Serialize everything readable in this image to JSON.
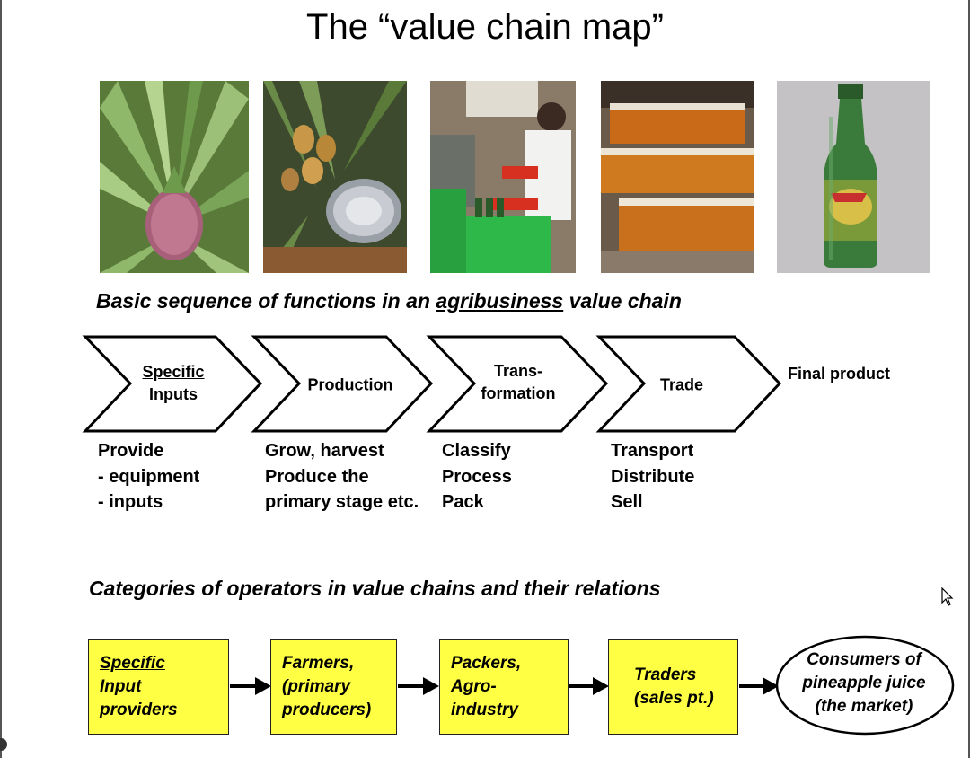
{
  "title": "The “value chain map”",
  "photos": [
    {
      "icon": "pineapple-plant-icon"
    },
    {
      "icon": "pineapple-harvest-icon"
    },
    {
      "icon": "worker-bottling-icon"
    },
    {
      "icon": "juice-bottles-stack-icon"
    },
    {
      "icon": "green-bottle-icon"
    }
  ],
  "sequence_heading": {
    "before": "Basic sequence of functions in an ",
    "underlined": "agribusiness",
    "after": " value chain"
  },
  "chevrons": [
    {
      "line1": "Specific",
      "line2": "Inputs"
    },
    {
      "line1": "Production",
      "line2": ""
    },
    {
      "line1": "Trans-",
      "line2": "formation"
    },
    {
      "line1": "Trade",
      "line2": ""
    }
  ],
  "final_product": "Final product",
  "functions": [
    [
      "Provide",
      "- equipment",
      "- inputs"
    ],
    [
      "Grow, harvest",
      "Produce the",
      "primary stage etc."
    ],
    [
      "Classify",
      "Process",
      "Pack"
    ],
    [
      "Transport",
      "Distribute",
      "Sell"
    ]
  ],
  "operators_heading": "Categories of operators in value chains and their relations",
  "boxes": [
    [
      "Specific",
      "Input",
      "providers"
    ],
    [
      "Farmers,",
      "(primary",
      "producers)"
    ],
    [
      "Packers,",
      "Agro-",
      "industry"
    ],
    [
      "Traders",
      "(sales pt.)"
    ]
  ],
  "market": [
    "Consumers of",
    "pineapple juice",
    "(the market)"
  ],
  "colors": {
    "box_fill": "#ffff44",
    "outline": "#000000"
  }
}
